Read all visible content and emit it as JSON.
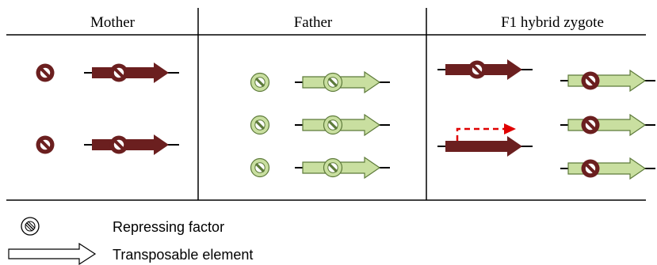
{
  "columns": [
    {
      "id": "mother",
      "header": "Mother"
    },
    {
      "id": "father",
      "header": "Father"
    },
    {
      "id": "hybrid",
      "header": "F1 hybrid zygote"
    }
  ],
  "legend": {
    "repressor_label": "Repressing factor",
    "transposon_label": "Transposable element"
  },
  "colors": {
    "maternal_fill": "#6b1f1f",
    "paternal_fill": "#c9dfa0",
    "paternal_stroke": "#5d7a3a",
    "activation_arrow": "#e00000",
    "rule": "#000000"
  },
  "elements": {
    "mother": [
      {
        "repressor": "maternal",
        "transposon": "maternal",
        "repressed": true
      },
      {
        "repressor": "maternal",
        "transposon": "maternal",
        "repressed": true
      }
    ],
    "father": [
      {
        "repressor": "paternal",
        "transposon": "paternal",
        "repressed": true
      },
      {
        "repressor": "paternal",
        "transposon": "paternal",
        "repressed": true
      },
      {
        "repressor": "paternal",
        "transposon": "paternal",
        "repressed": true
      }
    ],
    "hybrid": [
      {
        "transposon": "maternal",
        "repressed": true
      },
      {
        "transposon": "maternal",
        "repressed": false,
        "activated": true
      },
      {
        "transposon": "paternal",
        "repressed_by": "maternal"
      },
      {
        "transposon": "paternal",
        "repressed_by": "maternal"
      },
      {
        "transposon": "paternal",
        "repressed_by": "maternal"
      }
    ]
  }
}
